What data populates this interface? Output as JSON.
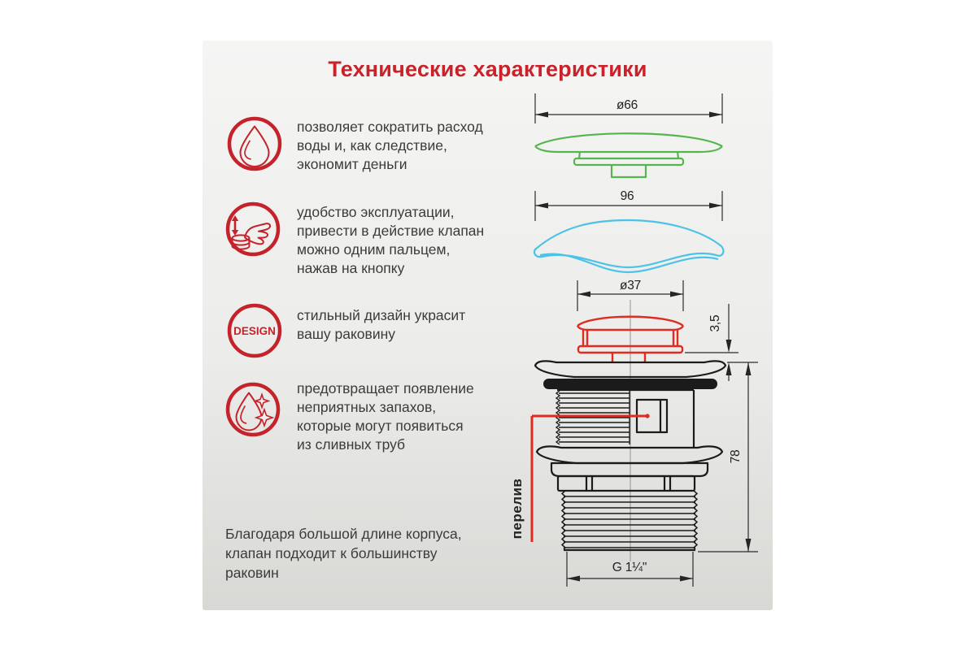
{
  "title": "Технические характеристики",
  "features": [
    {
      "icon": "water-drop-icon",
      "lines": [
        "позволяет сократить расход",
        "воды и, как следствие,",
        "экономит деньги"
      ]
    },
    {
      "icon": "finger-press-icon",
      "lines": [
        "удобство эксплуатации,",
        "привести в действие клапан",
        "можно одним пальцем,",
        "нажав на кнопку"
      ]
    },
    {
      "icon": "design-icon",
      "icon_label": "DESIGN",
      "lines": [
        "стильный дизайн украсит",
        "вашу раковину"
      ]
    },
    {
      "icon": "sparkle-drop-icon",
      "lines": [
        "предотвращает  появление",
        "неприятных запахов,",
        "которые могут появиться",
        "из сливных труб"
      ]
    }
  ],
  "footnote_lines": [
    "Благодаря большой длине корпуса,",
    "клапан подходит к большинству",
    "раковин"
  ],
  "diagram": {
    "cap_top": {
      "diameter_label": "ø66"
    },
    "cap_side": {
      "width_label": "96"
    },
    "button": {
      "diameter_label": "ø37",
      "height_label": "3,5"
    },
    "body": {
      "height_label": "78",
      "thread_label": "G 1¼\""
    },
    "overflow_label": "перелив"
  },
  "colors": {
    "accent_red": "#c5232b",
    "drawing_red": "#e02a22",
    "drawing_green": "#55b54f",
    "drawing_blue": "#4cc2e6",
    "overflow_orange": "#e8791d",
    "line_black": "#1b1b1b"
  }
}
